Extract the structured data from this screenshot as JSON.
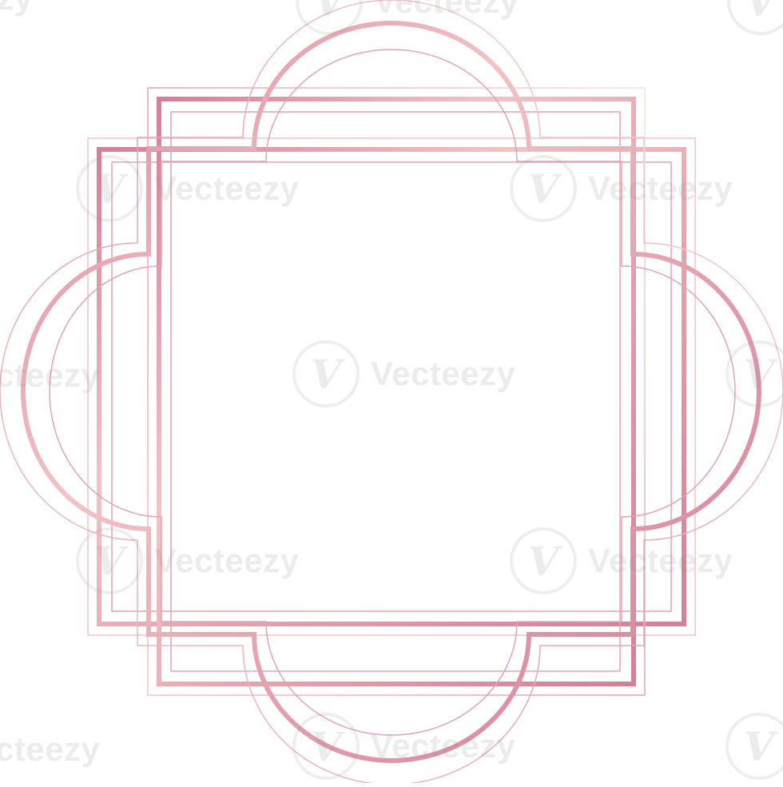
{
  "artwork": {
    "name": "rose gold double-arch frame",
    "colors": {
      "rose_dark": "#d47f98",
      "rose_mid": "#e3a4af",
      "rose_light": "#f2c3c5",
      "blush": "#fde0dc"
    }
  },
  "watermark": {
    "text": "Vecteezy",
    "partial_text": "cteezy",
    "logo_glyph": "V"
  }
}
